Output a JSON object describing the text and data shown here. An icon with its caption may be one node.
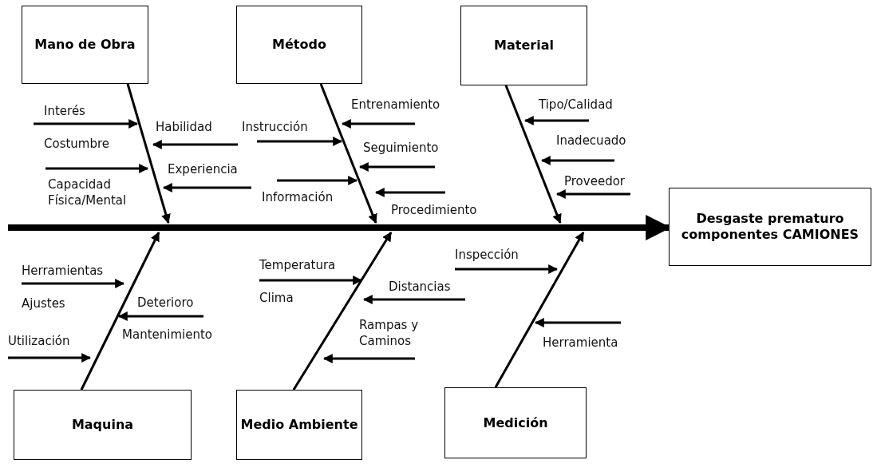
{
  "diagram": {
    "nodes": [
      {
        "text": [
          "Mano de Obra"
        ]
      },
      {
        "text": [
          "Método"
        ]
      },
      {
        "text": [
          "Material"
        ]
      },
      {
        "text": [
          "Desgaste prematuro componentes CAMIONES"
        ]
      },
      {
        "text": [
          "Maquina"
        ]
      },
      {
        "text": [
          "Medio Ambiente"
        ]
      },
      {
        "text": [
          "Medición"
        ]
      }
    ],
    "edges": [
      {
        "from": 0,
        "to": null,
        "arrow": "to"
      },
      {
        "from": 1,
        "to": null,
        "arrow": "to"
      },
      {
        "from": 2,
        "to": null,
        "arrow": "to"
      },
      {
        "from": 4,
        "to": null,
        "arrow": "to"
      },
      {
        "from": 5,
        "to": null,
        "arrow": "to"
      },
      {
        "from": 6,
        "to": null,
        "arrow": "to"
      },
      {
        "from": null,
        "to": 3,
        "arrow": "to",
        "style": "thick"
      }
    ],
    "labels": [
      "Interés",
      "Habilidad",
      "Costumbre",
      "Experiencia",
      "Capacidad Física/Mental",
      "Instrucción",
      "Entrenamiento",
      "Seguimiento",
      "Información",
      "Procedimiento",
      "Tipo/Calidad",
      "Inadecuado",
      "Proveedor",
      "Herramientas",
      "Ajustes",
      "Deterioro",
      "Mantenimiento",
      "Utilización",
      "Temperatura",
      "Clima",
      "Distancias",
      "Rampas y Caminos",
      "Inspección",
      "Herramienta"
    ]
  }
}
